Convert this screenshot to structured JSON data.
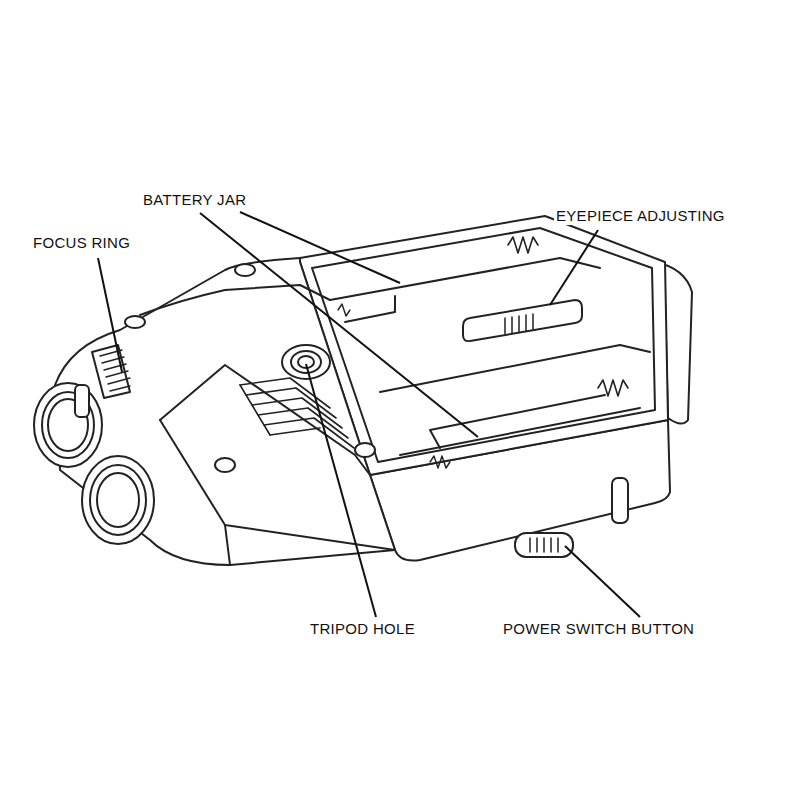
{
  "diagram": {
    "labels": [
      "BATTERY JAR",
      "FOCUS RING",
      "EYEPIECE ADJUSTING",
      "TRIPOD HOLE",
      "POWER SWITCH BUTTON"
    ]
  }
}
